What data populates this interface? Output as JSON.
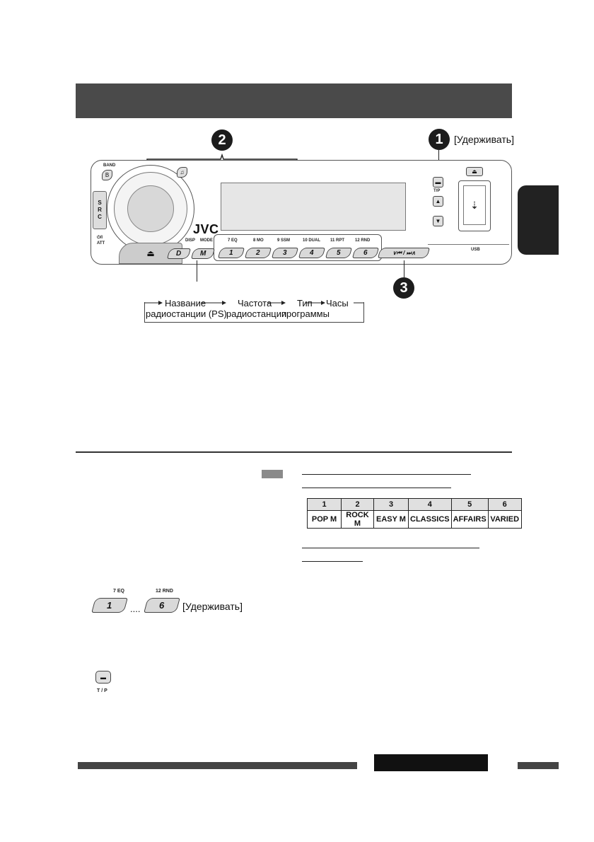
{
  "callouts": {
    "one": "1",
    "two": "2",
    "three": "3"
  },
  "hold_label": "[Удерживать]",
  "device": {
    "brand": "JVC",
    "band_label": "BAND",
    "src_letters": [
      "S",
      "R",
      "C"
    ],
    "power_label": "⏻/I",
    "att_label": "ATT",
    "disp_label": "DISP",
    "mode_label": "MODE",
    "disp_button": "D",
    "mode_button": "M",
    "tp_label": "T/P",
    "usb_label": "USB",
    "preset_top_labels": [
      "7 EQ",
      "8 MO",
      "9 SSM",
      "10 DUAL",
      "11 RPT",
      "12 RND"
    ],
    "preset_buttons": [
      "1",
      "2",
      "3",
      "4",
      "5",
      "6"
    ],
    "seek_label": "∨⏮ / ⏭∧"
  },
  "flow": {
    "station_name_line1": "Название",
    "station_name_line2": "радиостанции (PS)",
    "frequency_line1": "Частота",
    "frequency_line2": "радиостанции",
    "pty_line1": "Тип",
    "pty_line2": "программы",
    "clock": "Часы"
  },
  "pty_table": {
    "numbers": [
      "1",
      "2",
      "3",
      "4",
      "5",
      "6"
    ],
    "names": [
      "POP M",
      "ROCK M",
      "EASY M",
      "CLASSICS",
      "AFFAIRS",
      "VARIED"
    ]
  },
  "preset_example": {
    "top_left": "7 EQ",
    "top_right": "12 RND",
    "button_left": "1",
    "button_right": "6",
    "dots": "....",
    "hold": "[Удерживать]"
  },
  "tp_button_label": "T / P"
}
